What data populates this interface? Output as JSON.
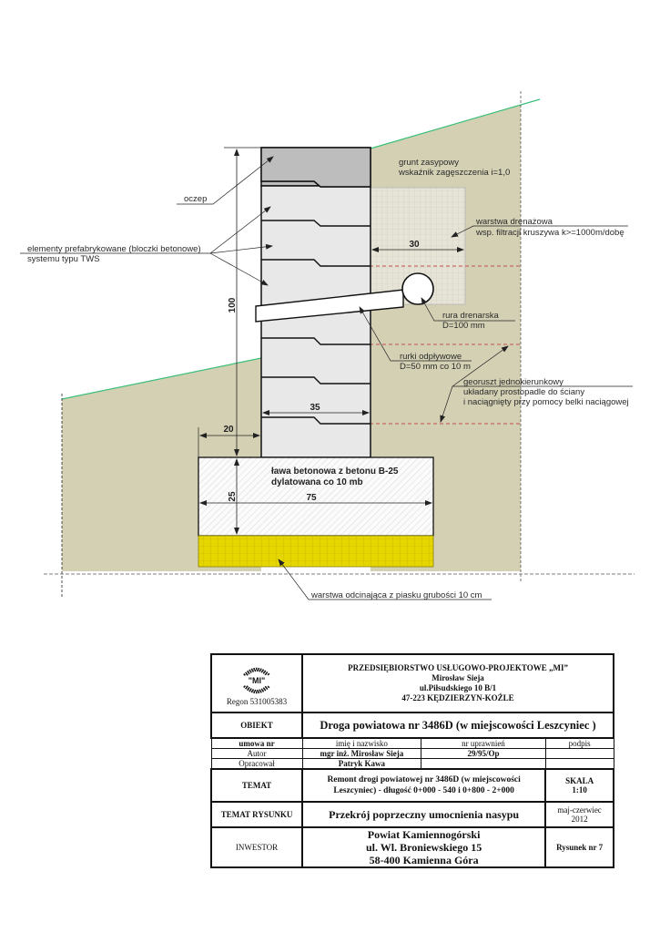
{
  "drawing": {
    "labels": {
      "oczep": "oczep",
      "elements_line1": "elementy prefabrykowane (bloczki betonowe)",
      "elements_line2": "systemu typu TWS",
      "backfill_line1": "grunt zasypowy",
      "backfill_line2": "wskaźnik zagęszczenia i=1,0",
      "drain_layer_line1": "warstwa drenażowa",
      "drain_layer_line2": "wsp. filtracji kruszywa k>=1000m/dobę",
      "drain_pipe_line1": "rura drenarska",
      "drain_pipe_line2": "D=100 mm",
      "outlet_line1": "rurki odpływowe",
      "outlet_line2": "D=50 mm co 10 m",
      "geogrid_line1": "georuszt jednokierunkowy",
      "geogrid_line2": "układany prostopadle do ściany",
      "geogrid_line3": "i naciągnięty przy pomocy belki naciągowej",
      "footing_line1": "ława betonowa z betonu B-25",
      "footing_line2": "dylatowana co 10 mb",
      "sand_layer": "warstwa odcinająca z piasku grubości 10 cm"
    },
    "dimensions": {
      "wall_height": "100",
      "drain_width": "30",
      "wall_width": "35",
      "toe_offset": "20",
      "footing_height": "25",
      "footing_width": "75"
    },
    "colors": {
      "soil": "#d4d0b4",
      "cap": "#bdbdbd",
      "block": "#e8e8e8",
      "drain_layer": "#e6e4d6",
      "sand": "#e6d600",
      "ground_line": "#3cbf7a",
      "geogrid": "#c0504d"
    }
  },
  "titleblock": {
    "logo_text": "\"MI\"",
    "regon": "Regon 531005383",
    "company_line1": "PRZEDSIĘBIORSTWO USŁUGOWO-PROJEKTOWE „MI”",
    "company_line2": "Mirosław Sieja",
    "company_line3": "ul.Piłsudskiego 10 B/1",
    "company_line4": "47-223 KĘDZIERZYN-KOŹLE",
    "obiekt_label": "OBIEKT",
    "obiekt_value": "Droga powiatowa nr 3486D (w miejscowości Leszcyniec )",
    "umowa_label": "umowa nr",
    "col_name": "imię i nazwisko",
    "col_license": "nr uprawnień",
    "col_signature": "podpis",
    "autor_label": "Autor",
    "autor_name": "mgr inż. Mirosław Sieja",
    "autor_license": "29/95/Op",
    "opracowal_label": "Opracował",
    "opracowal_name": "Patryk Kawa",
    "temat_label": "TEMAT",
    "temat_line1": "Remont drogi powiatowej nr 3486D (w miejscowości",
    "temat_line2": "Leszcyniec) - długość 0+000 - 540 i 0+800 - 2+000",
    "skala_label": "SKALA",
    "skala_value": "1:10",
    "temat_rys_label": "TEMAT RYSUNKU",
    "temat_rys_value": "Przekrój poprzeczny umocnienia nasypu",
    "date_line1": "maj-czerwiec",
    "date_line2": "2012",
    "inwestor_label": "INWESTOR",
    "inwestor_line1": "Powiat Kamiennogórski",
    "inwestor_line2": "ul. Wl. Broniewskiego 15",
    "inwestor_line3": "58-400 Kamienna Góra",
    "rysunek": "Rysunek  nr 7"
  }
}
